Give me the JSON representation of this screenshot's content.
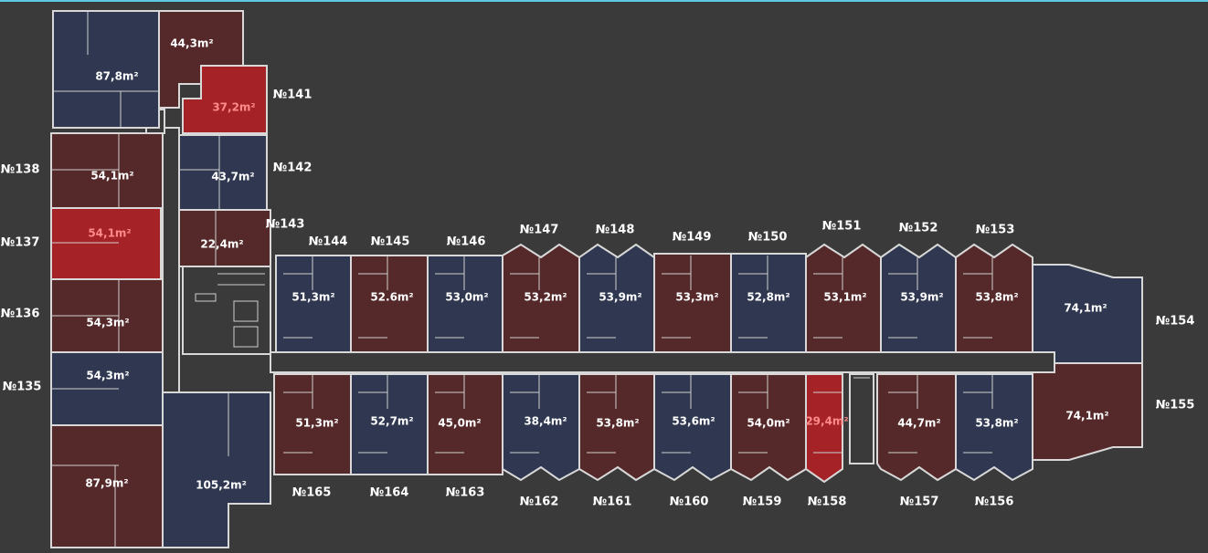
{
  "colors": {
    "available": "#2f3850",
    "taken": "#55292a",
    "selected": "#b82025",
    "background": "#3a3a3a",
    "wall": "#d8d8d8"
  },
  "units": [
    {
      "id": "u-441",
      "area": "44,3m²",
      "status": "taken"
    },
    {
      "id": "u-878",
      "area": "87,8m²",
      "status": "available"
    },
    {
      "id": "u-141",
      "area": "37,2m²",
      "status": "selected",
      "number": "№141"
    },
    {
      "id": "u-142",
      "area": "43,7m²",
      "status": "available",
      "number": "№142"
    },
    {
      "id": "u-143",
      "area": "22,4m²",
      "status": "taken",
      "number": "№143"
    },
    {
      "id": "u-138",
      "area": "54,1m²",
      "status": "taken",
      "number": "№138"
    },
    {
      "id": "u-137",
      "area": "54,1m²",
      "status": "selected",
      "number": "№137"
    },
    {
      "id": "u-136",
      "area": "54,3m²",
      "status": "taken",
      "number": "№136"
    },
    {
      "id": "u-135",
      "area": "54,3m²",
      "status": "available",
      "number": "№135"
    },
    {
      "id": "u-879",
      "area": "87,9m²",
      "status": "taken"
    },
    {
      "id": "u-1052",
      "area": "105,2m²",
      "status": "available"
    },
    {
      "id": "u-144",
      "area": "51,3m²",
      "status": "available",
      "number": "№144"
    },
    {
      "id": "u-145",
      "area": "52.6m²",
      "status": "taken",
      "number": "№145"
    },
    {
      "id": "u-146",
      "area": "53,0m²",
      "status": "available",
      "number": "№146"
    },
    {
      "id": "u-147",
      "area": "53,2m²",
      "status": "taken",
      "number": "№147"
    },
    {
      "id": "u-148",
      "area": "53,9m²",
      "status": "available",
      "number": "№148"
    },
    {
      "id": "u-149",
      "area": "53,3m²",
      "status": "taken",
      "number": "№149"
    },
    {
      "id": "u-150",
      "area": "52,8m²",
      "status": "available",
      "number": "№150"
    },
    {
      "id": "u-151",
      "area": "53,1m²",
      "status": "taken",
      "number": "№151"
    },
    {
      "id": "u-152",
      "area": "53,9m²",
      "status": "available",
      "number": "№152"
    },
    {
      "id": "u-153",
      "area": "53,8m²",
      "status": "taken",
      "number": "№153"
    },
    {
      "id": "u-154",
      "area": "74,1m²",
      "status": "available",
      "number": "№154"
    },
    {
      "id": "u-155",
      "area": "74,1m²",
      "status": "taken",
      "number": "№155"
    },
    {
      "id": "u-165",
      "area": "51,3m²",
      "status": "taken",
      "number": "№165"
    },
    {
      "id": "u-164",
      "area": "52,7m²",
      "status": "available",
      "number": "№164"
    },
    {
      "id": "u-163",
      "area": "45,0m²",
      "status": "taken",
      "number": "№163"
    },
    {
      "id": "u-162",
      "area": "38,4m²",
      "status": "available",
      "number": "№162"
    },
    {
      "id": "u-161",
      "area": "53,8m²",
      "status": "taken",
      "number": "№161"
    },
    {
      "id": "u-160",
      "area": "53,6m²",
      "status": "available",
      "number": "№160"
    },
    {
      "id": "u-159",
      "area": "54,0m²",
      "status": "taken",
      "number": "№159"
    },
    {
      "id": "u-158",
      "area": "29,4m²",
      "status": "selected",
      "number": "№158"
    },
    {
      "id": "u-157",
      "area": "44,7m²",
      "status": "taken",
      "number": "№157"
    },
    {
      "id": "u-156",
      "area": "53,8m²",
      "status": "available",
      "number": "№156"
    }
  ]
}
